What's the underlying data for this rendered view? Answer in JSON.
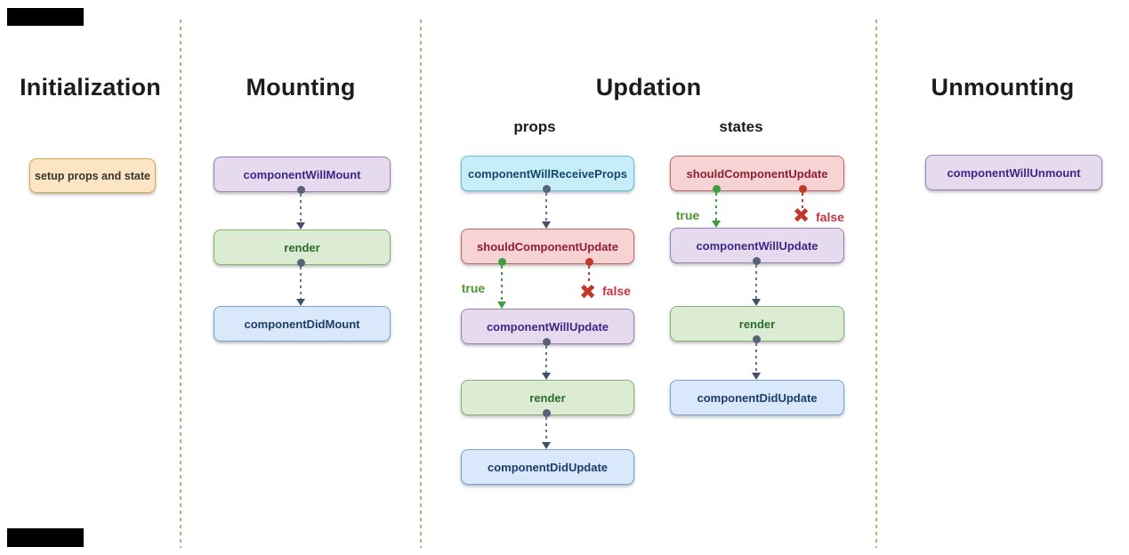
{
  "columns": [
    {
      "title": "Initialization",
      "boxes": [
        {
          "label": "setup props and state",
          "color": "orange"
        }
      ]
    },
    {
      "title": "Mounting",
      "boxes": [
        {
          "label": "componentWillMount",
          "color": "purple"
        },
        {
          "label": "render",
          "color": "green"
        },
        {
          "label": "componentDidMount",
          "color": "blue"
        }
      ]
    },
    {
      "title": "Updation",
      "subcolumns": [
        {
          "label": "props",
          "boxes": [
            {
              "label": "componentWillReceiveProps",
              "color": "cyan"
            },
            {
              "label": "shouldComponentUpdate",
              "color": "red"
            },
            {
              "label": "componentWillUpdate",
              "color": "purple"
            },
            {
              "label": "render",
              "color": "green"
            },
            {
              "label": "componentDidUpdate",
              "color": "blue"
            }
          ],
          "branches": {
            "true_label": "true",
            "false_label": "false"
          }
        },
        {
          "label": "states",
          "boxes": [
            {
              "label": "shouldComponentUpdate",
              "color": "red"
            },
            {
              "label": "componentWillUpdate",
              "color": "purple"
            },
            {
              "label": "render",
              "color": "green"
            },
            {
              "label": "componentDidUpdate",
              "color": "blue"
            }
          ],
          "branches": {
            "true_label": "true",
            "false_label": "false"
          }
        }
      ]
    },
    {
      "title": "Unmounting",
      "boxes": [
        {
          "label": "componentWillUnmount",
          "color": "purple"
        }
      ]
    }
  ],
  "colors": {
    "orange_fill": "#fbe5c4",
    "orange_border": "#d5a945",
    "orange_text": "#3a342b",
    "purple_fill": "#e6dbee",
    "purple_border": "#9a7fb5",
    "purple_text": "#3f2587",
    "green_fill": "#dcecd3",
    "green_border": "#85b177",
    "green_text": "#2a6b2d",
    "blue_fill": "#d9e8fa",
    "blue_border": "#76a4d9",
    "blue_text": "#1d3d6b",
    "cyan_fill": "#c7edf9",
    "cyan_border": "#5fc2de",
    "cyan_text": "#17496b",
    "red_fill": "#f7d4d3",
    "red_border": "#c16865",
    "red_text": "#8e1e32",
    "separator": "#9cbb82",
    "arrow_dot": "#57637a",
    "arrow_line": "#6b7689",
    "arrow_head": "#42506a",
    "true_green": "#3f9e3f",
    "true_text": "#4a9633",
    "false_red": "#c0392b",
    "false_text": "#c13547",
    "heading_text": "#1c1c1c"
  }
}
